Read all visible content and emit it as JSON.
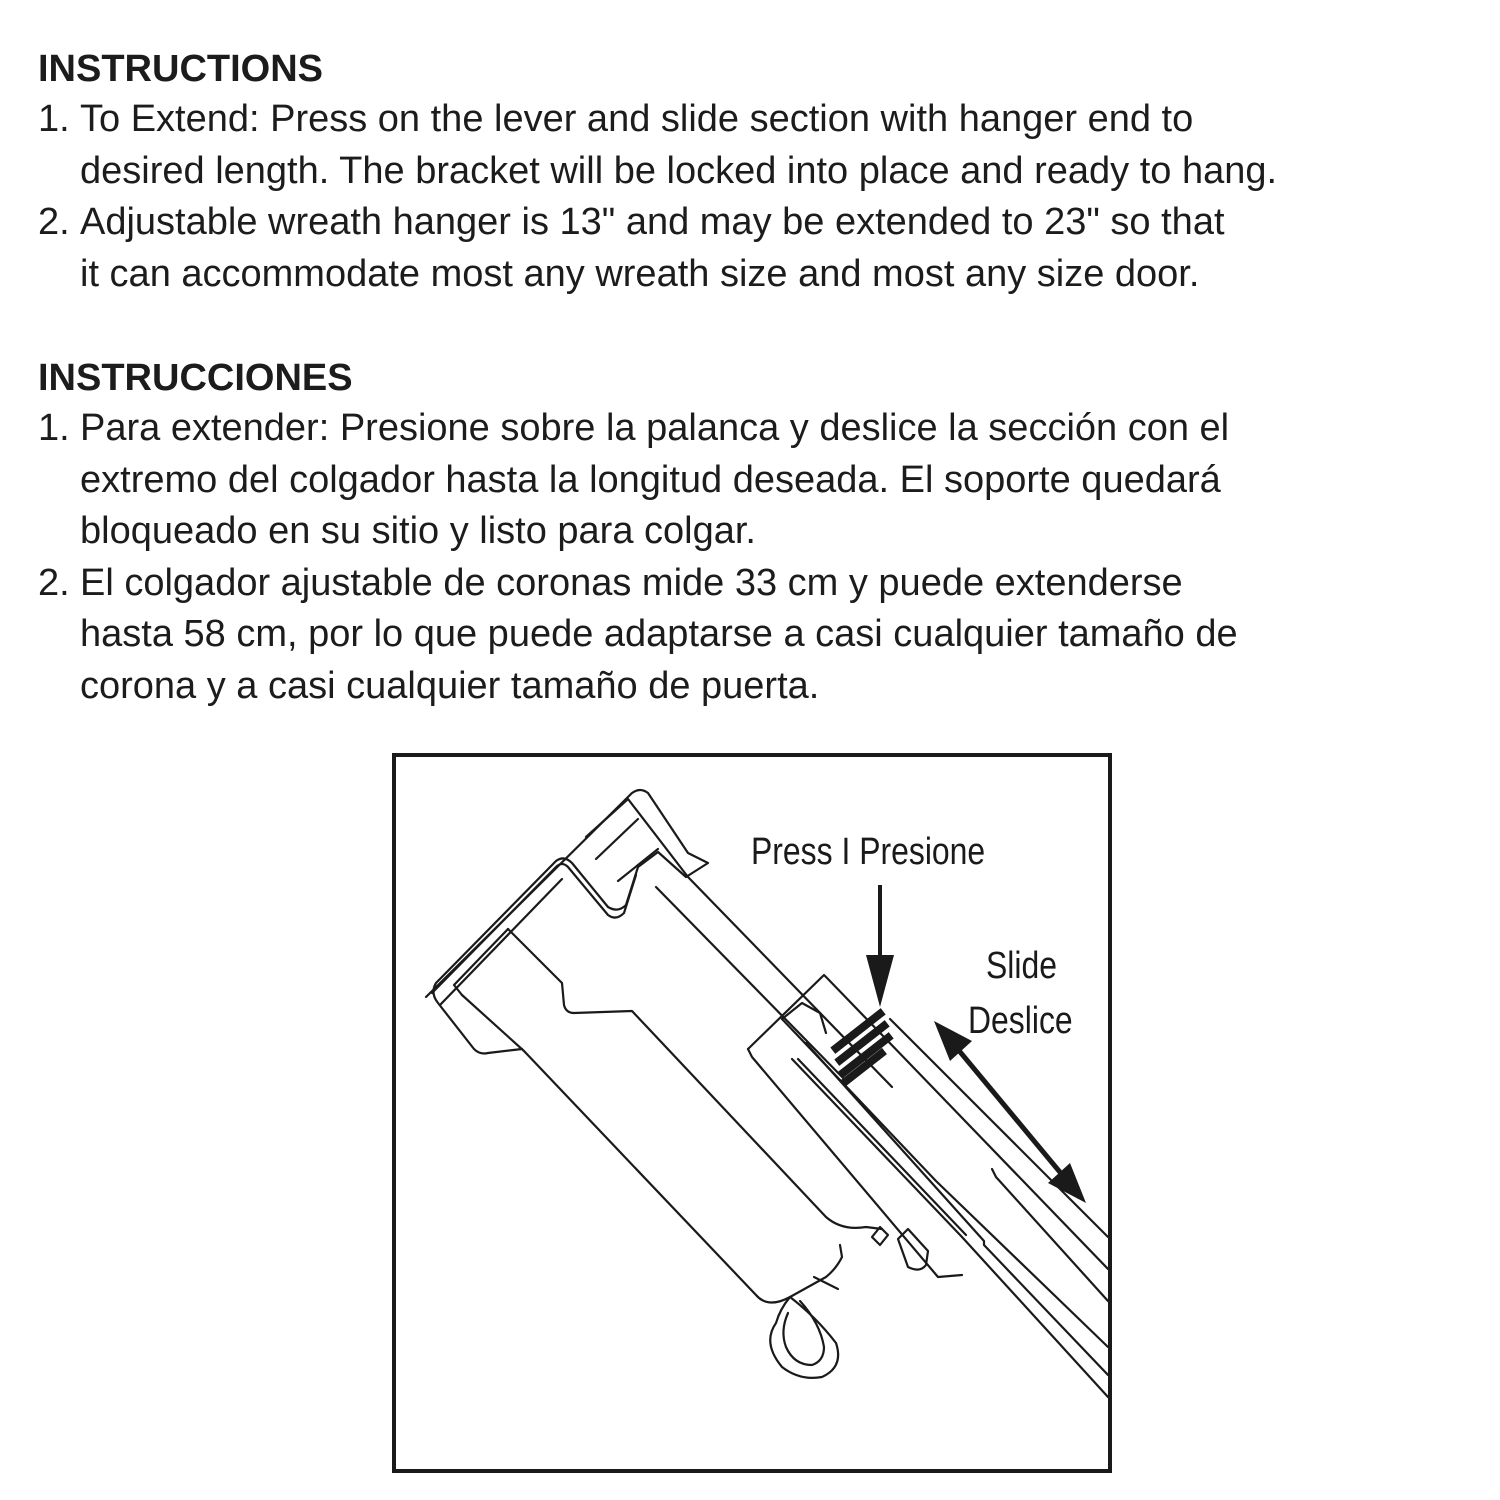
{
  "english": {
    "heading": "INSTRUCTIONS",
    "items": [
      {
        "number": "1.",
        "lines": [
          "To Extend: Press on the lever and slide section with hanger end to",
          "desired length. The bracket will be locked into place and ready to hang."
        ]
      },
      {
        "number": "2.",
        "lines": [
          "Adjustable wreath hanger is 13\" and may be extended to 23\" so that",
          "it can accommodate most any wreath size and most any size door."
        ]
      }
    ]
  },
  "spanish": {
    "heading": "INSTRUCCIONES",
    "items": [
      {
        "number": "1.",
        "lines": [
          "Para extender: Presione sobre la palanca y deslice la sección con el",
          "extremo del colgador hasta la longitud deseada. El soporte quedará",
          "bloqueado en su sitio y listo para colgar."
        ]
      },
      {
        "number": "2.",
        "lines": [
          "El colgador ajustable de coronas mide 33 cm y puede extenderse",
          "hasta 58 cm, por lo que puede adaptarse a casi cualquier tamaño de",
          "corona y a casi cualquier tamaño de puerta."
        ]
      }
    ]
  },
  "figure": {
    "press_label": "Press I Presione",
    "slide_label": "Slide",
    "deslice_label": "Deslice",
    "icons": [
      "down-arrow-icon",
      "double-arrow-icon"
    ],
    "colors": {
      "line": "#1a1a1a",
      "background": "#ffffff"
    }
  }
}
